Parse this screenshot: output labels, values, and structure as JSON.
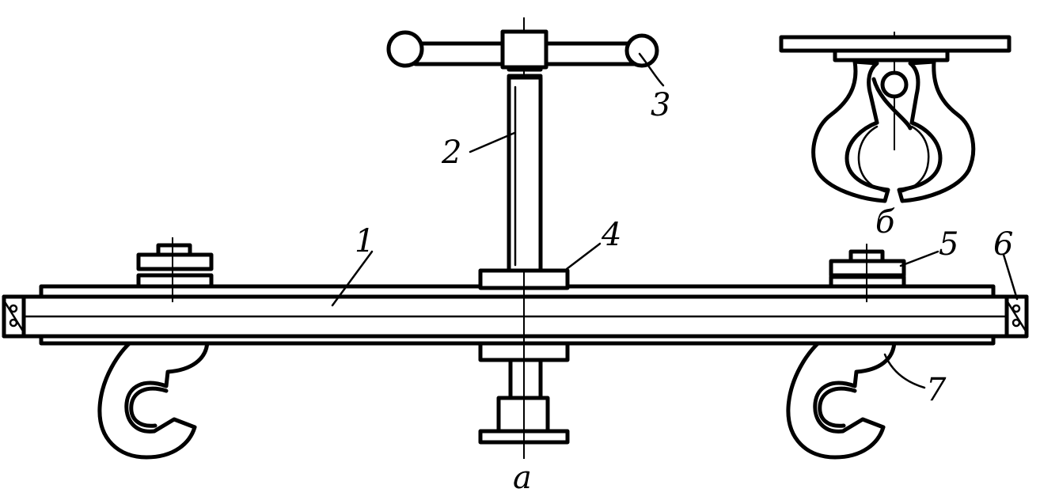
{
  "labels": {
    "beam": "1",
    "screw": "2",
    "handle": "3",
    "nut": "4",
    "clamp": "5",
    "end_part": "6",
    "hook": "7",
    "view_a": "а",
    "view_b": "б"
  }
}
